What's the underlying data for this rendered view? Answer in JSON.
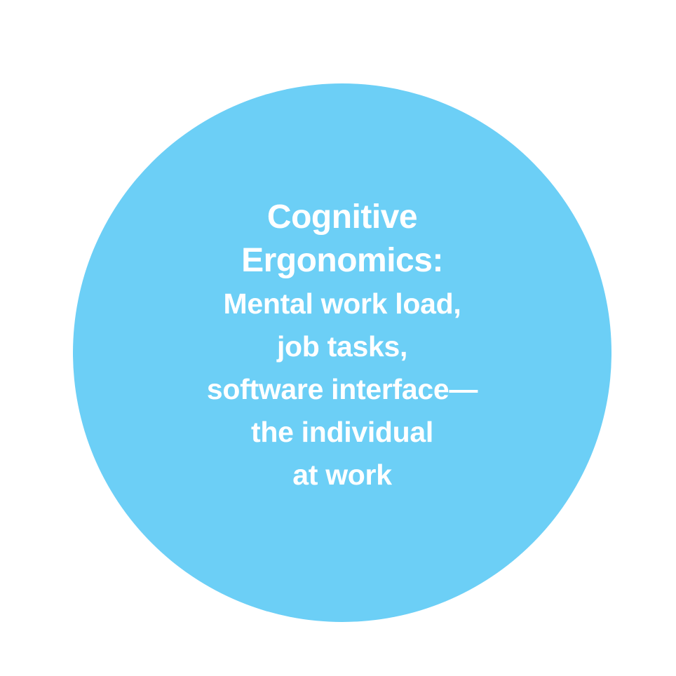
{
  "diagram": {
    "circle_color": "#6ccff6",
    "text_color": "#ffffff",
    "title_lines": [
      "Cognitive",
      "Ergonomics:"
    ],
    "body_lines": [
      "Mental work load,",
      "job tasks,",
      "software interface—",
      "the individual",
      "at work"
    ]
  }
}
